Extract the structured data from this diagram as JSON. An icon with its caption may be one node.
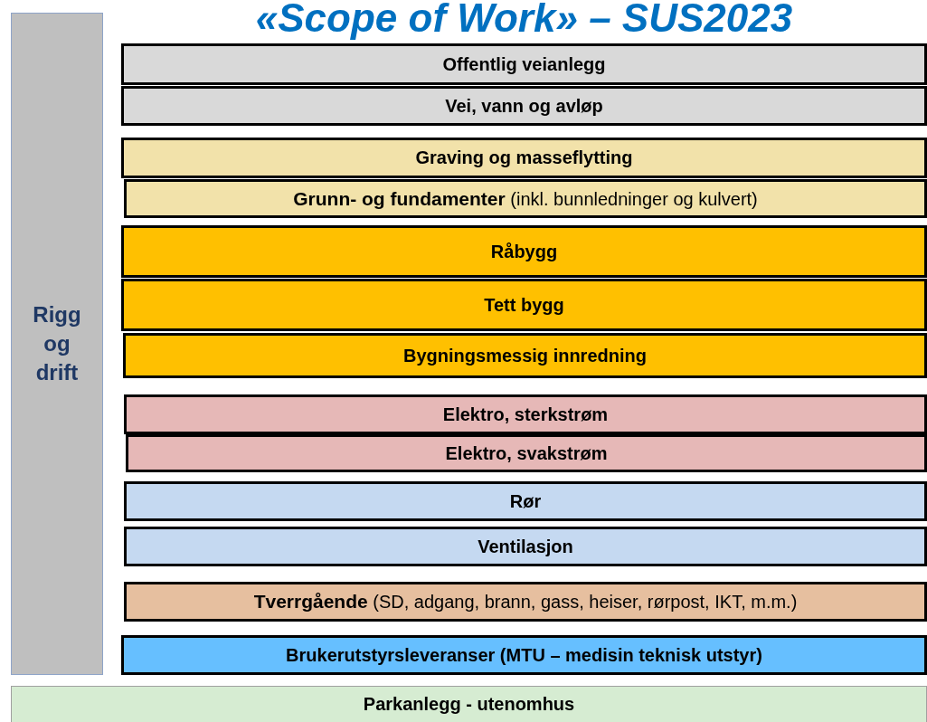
{
  "diagram": {
    "title": "«Scope of Work» – SUS2023",
    "nodes": [
      {
        "text": [
          "Rigg og drift"
        ]
      },
      {
        "text": [
          "Offentlig veianlegg"
        ]
      },
      {
        "text": [
          "Vei, vann og avløp"
        ]
      },
      {
        "text": [
          "Graving og masseflytting"
        ]
      },
      {
        "text": [
          "**Grunn- og fundamenter** (inkl. bunnledninger og kulvert)"
        ]
      },
      {
        "text": [
          "Råbygg"
        ]
      },
      {
        "text": [
          "Tett bygg"
        ]
      },
      {
        "text": [
          "Bygningsmessig innredning"
        ]
      },
      {
        "text": [
          "Elektro, sterkstrøm"
        ]
      },
      {
        "text": [
          "Elektro, svakstrøm"
        ]
      },
      {
        "text": [
          "Rør"
        ]
      },
      {
        "text": [
          "Ventilasjon"
        ]
      },
      {
        "text": [
          "**Tverrgående** (SD, adgang, brann, gass, heiser, rørpost, IKT, m.m.)"
        ]
      },
      {
        "text": [
          "Brukerutstyrsleveranser (MTU – medisin teknisk utstyr)"
        ]
      },
      {
        "text": [
          "Parkanlegg - utenomhus"
        ]
      }
    ]
  }
}
